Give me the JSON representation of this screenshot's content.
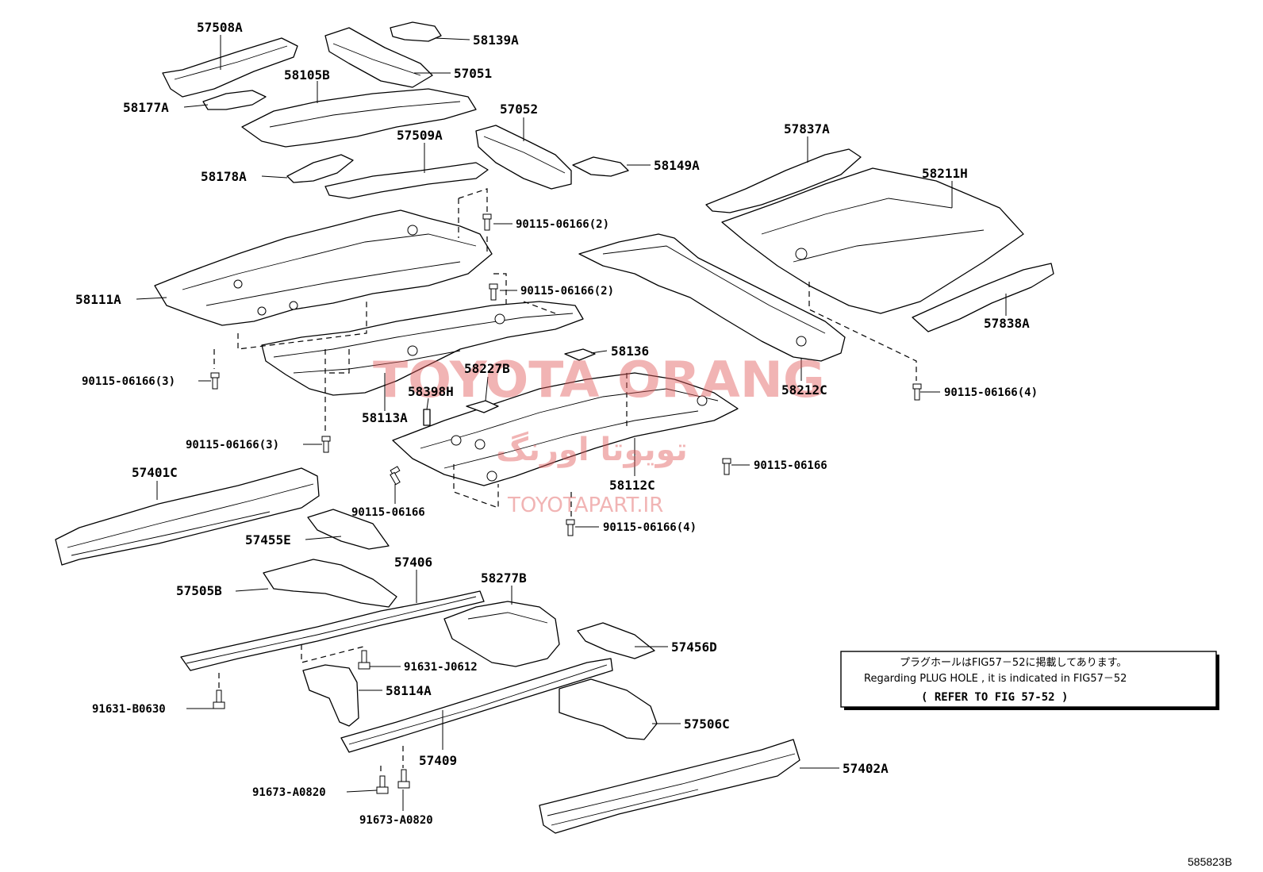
{
  "labels": {
    "l57508A": "57508A",
    "l58139A": "58139A",
    "l57051": "57051",
    "l58105B": "58105B",
    "l58177A": "58177A",
    "l57052": "57052",
    "l57509A": "57509A",
    "l58149A": "58149A",
    "l58178A": "58178A",
    "l57837A": "57837A",
    "l58211H": "58211H",
    "l90115_2a": "90115-06166(2)",
    "l58111A": "58111A",
    "l90115_2b": "90115-06166(2)",
    "l57838A": "57838A",
    "l58136": "58136",
    "l58227B": "58227B",
    "l90115_3a": "90115-06166(3)",
    "l58212C": "58212C",
    "l58398H": "58398H",
    "l58113A": "58113A",
    "l90115_4a": "90115-06166(4)",
    "l90115_3b": "90115-06166(3)",
    "l90115_a": "90115-06166",
    "l58112C": "58112C",
    "l57401C": "57401C",
    "l90115_b": "90115-06166",
    "l90115_4b": "90115-06166(4)",
    "l57455E": "57455E",
    "l57406": "57406",
    "l58277B": "58277B",
    "l57505B": "57505B",
    "l57456D": "57456D",
    "l91631J": "91631-J0612",
    "l58114A": "58114A",
    "l91631B": "91631-B0630",
    "l57506C": "57506C",
    "l57409": "57409",
    "l57402A": "57402A",
    "l91673a": "91673-A0820",
    "l91673b": "91673-A0820"
  },
  "note": {
    "japanese": "プラグホールはFIG57－52に掲載してあります。",
    "english": "Regarding PLUG HOLE , it is indicated in FIG57－52",
    "reference": "(  REFER TO FIG 57-52  )"
  },
  "watermark": {
    "brand": "TOYOTA ORANG",
    "persian": "تويوتا اورنگ",
    "url": "TOYOTAPART.IR",
    "color": "#e25b5b"
  },
  "figure_id": "585823B"
}
